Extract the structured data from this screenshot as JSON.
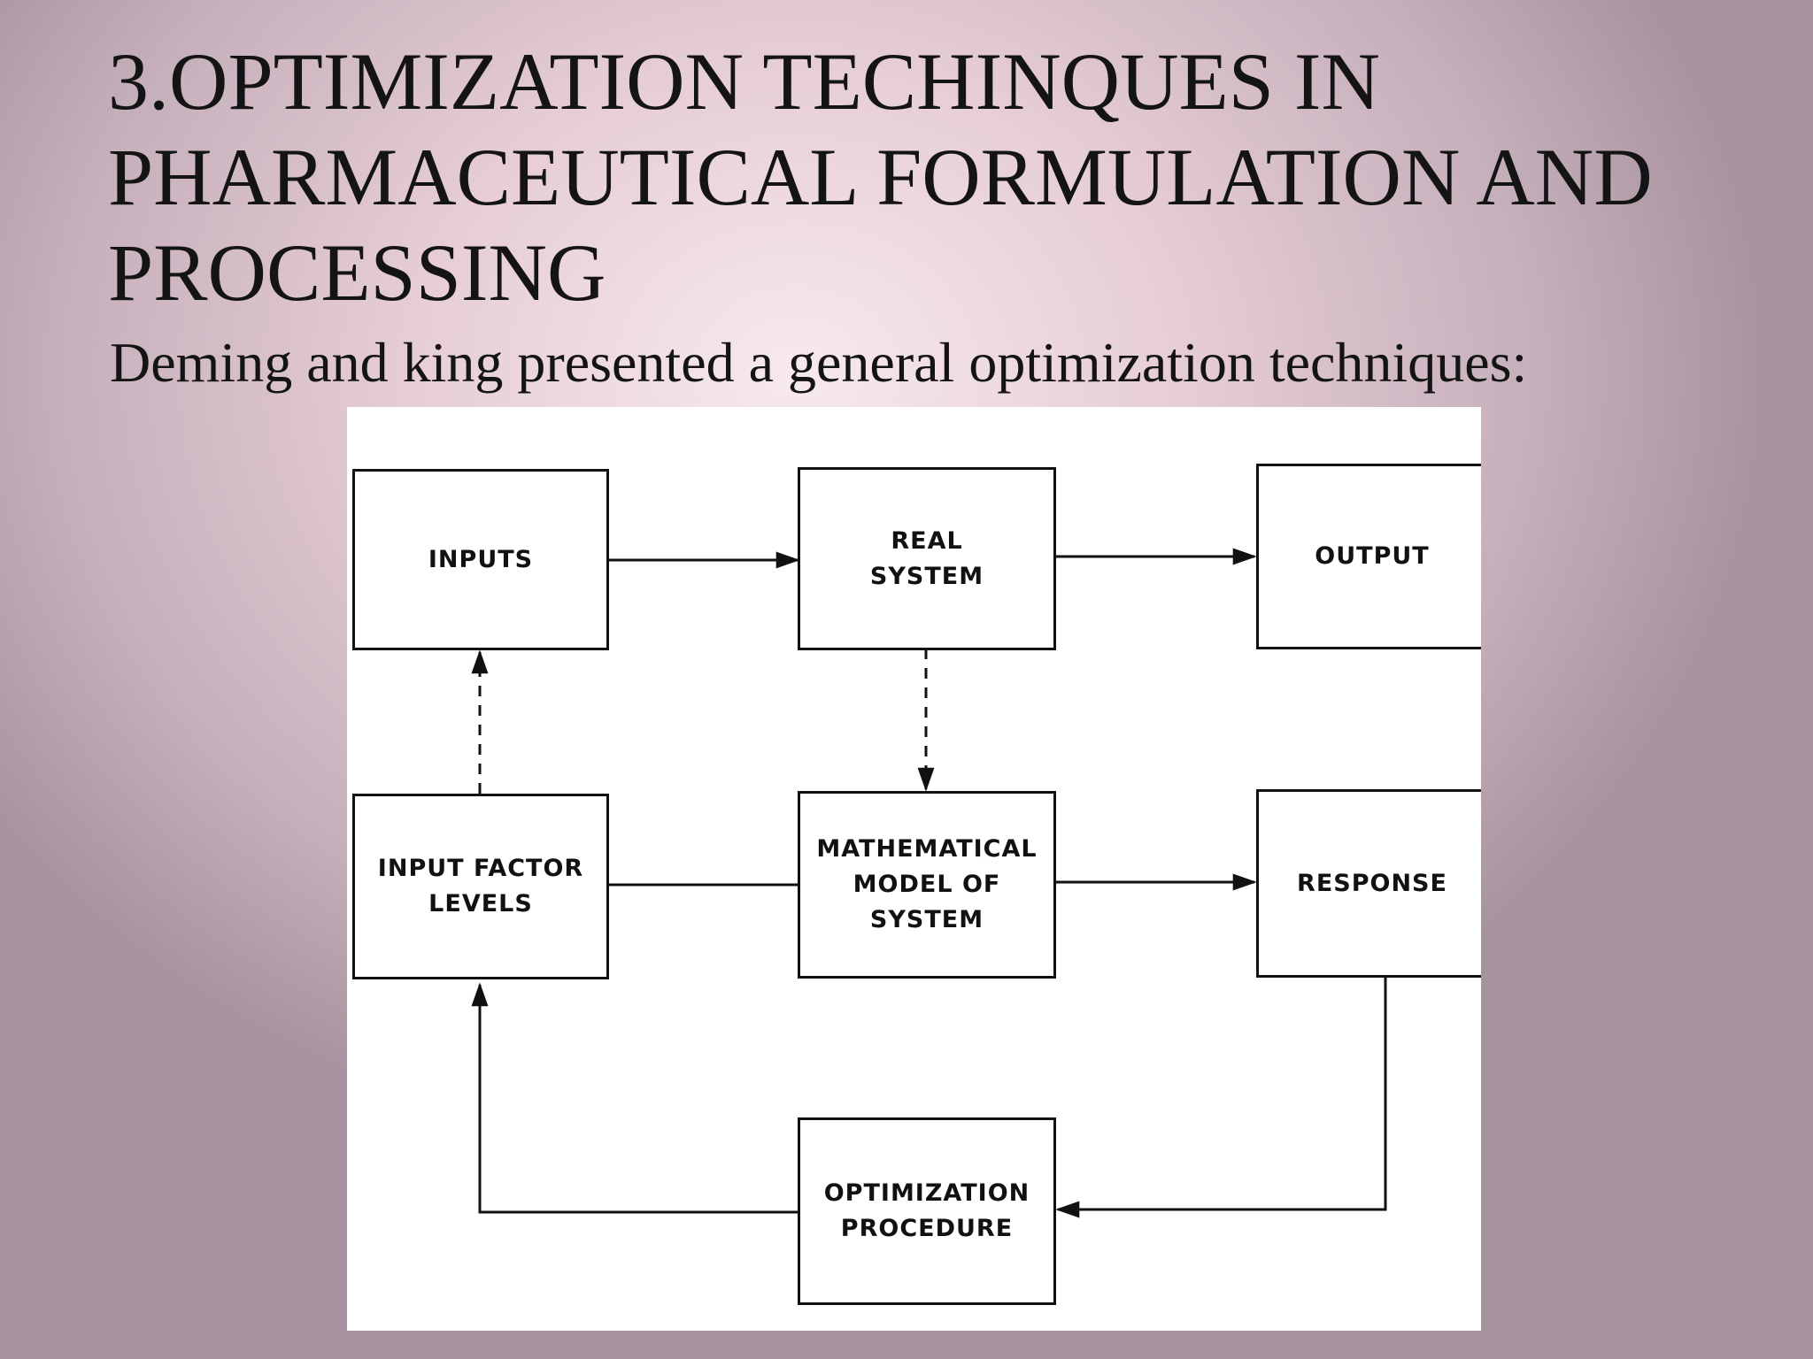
{
  "slide": {
    "title_lines": [
      "3.OPTIMIZATION TECHINQUES IN",
      "PHARMACEUTICAL FORMULATION AND",
      "PROCESSING"
    ],
    "subtitle": "Deming and king presented a general optimization techniques:"
  },
  "diagram": {
    "nodes": {
      "inputs": "INPUTS",
      "real_system": "REAL\nSYSTEM",
      "output": "OUTPUT",
      "input_factor_levels": "INPUT FACTOR\nLEVELS",
      "mathematical_model": "MATHEMATICAL\nMODEL OF\nSYSTEM",
      "response": "RESPONSE",
      "optimization_procedure": "OPTIMIZATION\nPROCEDURE"
    }
  }
}
